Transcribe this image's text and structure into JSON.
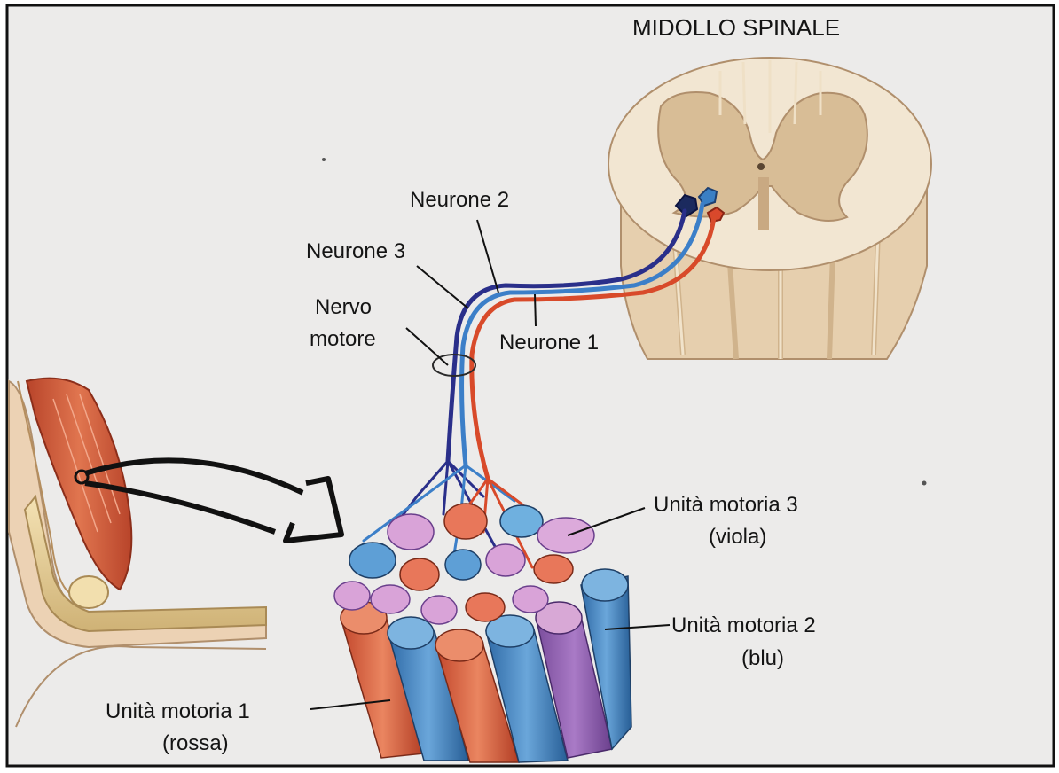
{
  "labels": {
    "spinal_cord": "MIDOLLO SPINALE",
    "neuron_2": "Neurone 2",
    "neuron_3": "Neurone 3",
    "motor_nerve_line1": "Nervo",
    "motor_nerve_line2": "motore",
    "neuron_1": "Neurone 1",
    "unit_3_line1": "Unità motoria 3",
    "unit_3_line2": "(viola)",
    "unit_2_line1": "Unità motoria 2",
    "unit_2_line2": "(blu)",
    "unit_1_line1": "Unità motoria 1",
    "unit_1_line2": "(rossa)"
  },
  "colors": {
    "background": "#ecebea",
    "frame": "#111111",
    "spinal_white_matter": "#f2e6d2",
    "spinal_grey_matter": "#d8bd96",
    "spinal_outline": "#b08f6c",
    "unit_1_red": "#e0704f",
    "unit_2_blue": "#4c8cc6",
    "unit_3_violet": "#cf9bd0",
    "muscle": "#cf5a3c",
    "bone": "#e7cf95"
  }
}
